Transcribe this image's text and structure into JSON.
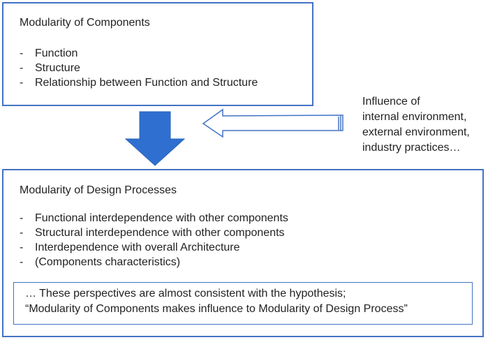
{
  "top_box": {
    "title": "Modularity of Components",
    "items": [
      "Function",
      "Structure",
      "Relationship between Function and Structure"
    ]
  },
  "influence": {
    "lines": [
      "Influence of",
      "internal environment,",
      "external environment,",
      "industry practices…"
    ]
  },
  "bottom_box": {
    "title": "Modularity of Design Processes",
    "items": [
      "Functional interdependence with other components",
      "Structural interdependence with other components",
      "Interdependence with overall Architecture",
      "(Components characteristics)"
    ],
    "note": {
      "line1": "… These perspectives are almost consistent with the hypothesis;",
      "line2": "“Modularity of Components makes influence to Modularity of Design Process”"
    }
  },
  "colors": {
    "border": "#4472c4",
    "down_arrow": "#2f6fd0"
  }
}
